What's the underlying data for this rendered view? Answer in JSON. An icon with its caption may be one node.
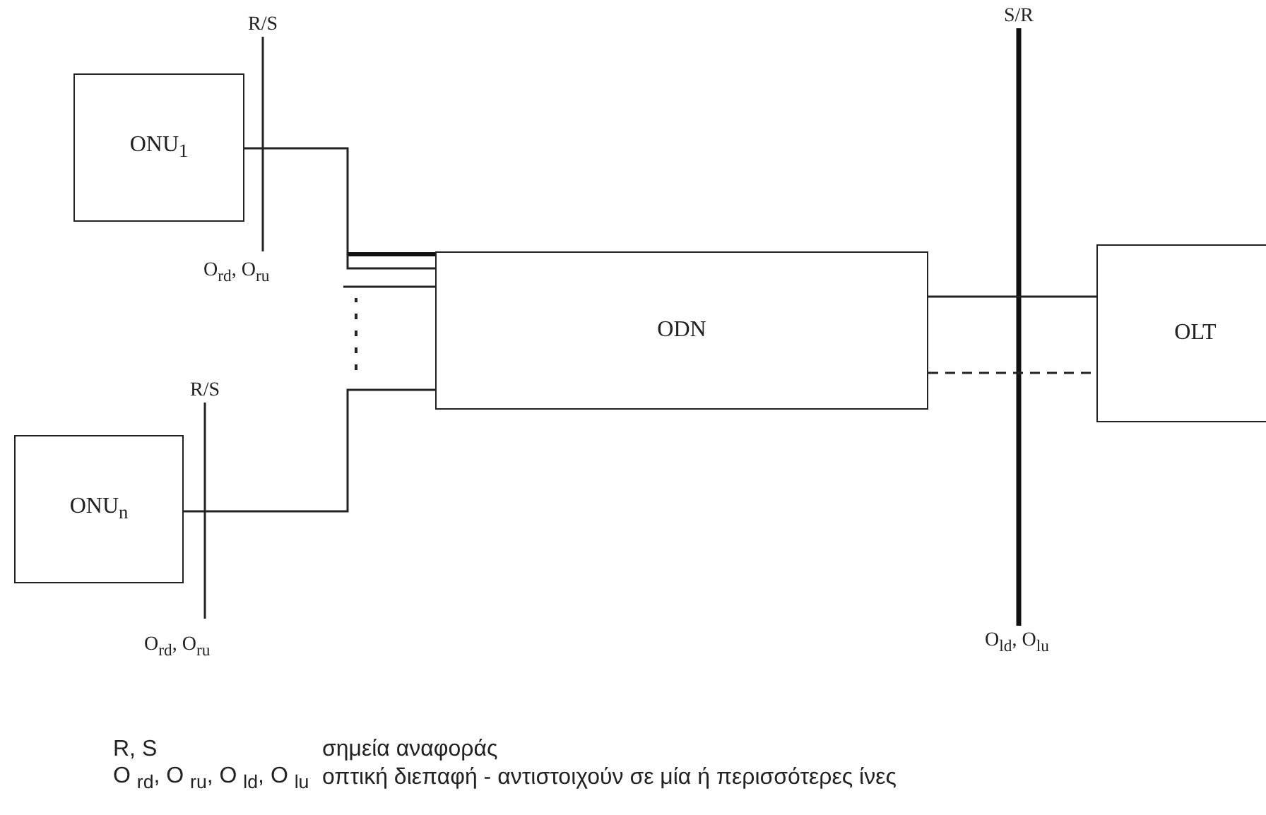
{
  "diagram": {
    "nodes": [
      {
        "text": [
          "ONU$_{1}$"
        ]
      },
      {
        "text": [
          "ONU$_{n}$"
        ]
      },
      {
        "text": [
          "ODN"
        ]
      },
      {
        "text": [
          "OLT"
        ]
      }
    ],
    "edges": [
      {
        "from": 0,
        "to": 2,
        "arrow": "none"
      },
      {
        "from": null,
        "to": 2,
        "arrow": "none"
      },
      {
        "from": 1,
        "to": 2,
        "arrow": "none"
      },
      {
        "from": 2,
        "to": 3,
        "arrow": "none"
      },
      {
        "from": 2,
        "to": 3,
        "arrow": "none",
        "style": "dashed"
      }
    ],
    "labels": [
      "R/S",
      "O$_{rd}$, O$_{ru}$",
      "R/S",
      "O$_{rd}$, O$_{ru}$",
      "S/R",
      "O$_{ld}$, O$_{lu}$",
      "R, S",
      "σημεία αναφοράς",
      "O $_{rd}$, O $_{ru}$, O $_{ld}$, O $_{lu}$",
      "οπτική διεπαφή - αντιστοιχούν σε μία ή περισσότερες ίνες"
    ]
  }
}
